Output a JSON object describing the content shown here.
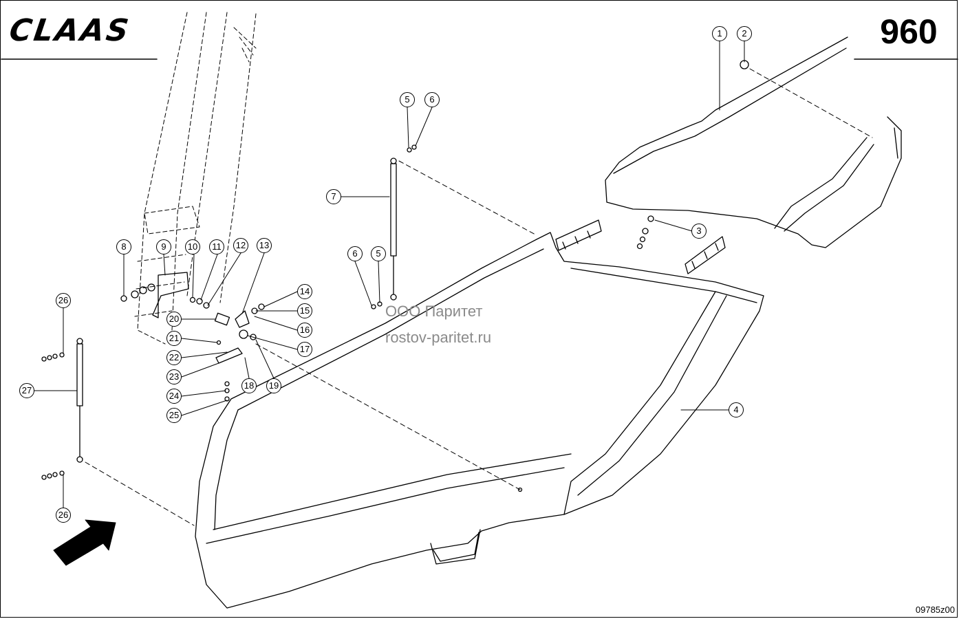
{
  "header": {
    "brand_logo": "CLAAS",
    "page_number": "960"
  },
  "drawing_code": "09785z00",
  "watermark": {
    "line1": "ООО Паритет",
    "line2": "rostov-paritet.ru"
  },
  "callouts": [
    "1",
    "2",
    "3",
    "4",
    "5",
    "6",
    "5",
    "6",
    "7",
    "8",
    "9",
    "10",
    "11",
    "12",
    "13",
    "14",
    "15",
    "16",
    "17",
    "18",
    "19",
    "20",
    "21",
    "22",
    "23",
    "24",
    "25",
    "26",
    "27",
    "26"
  ],
  "icons": {
    "direction_arrow": "arrow-up-right-icon"
  }
}
